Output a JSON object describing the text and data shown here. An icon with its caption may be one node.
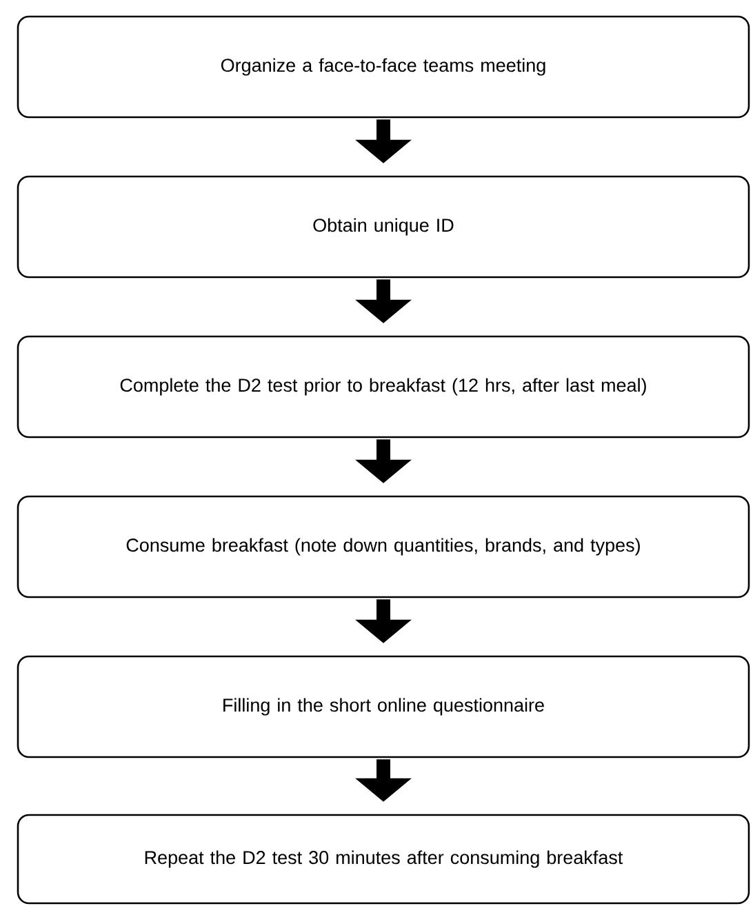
{
  "diagram": {
    "nodes": [
      {
        "text": [
          "Organize a face-to-face teams meeting"
        ]
      },
      {
        "text": [
          "Obtain unique ID"
        ]
      },
      {
        "text": [
          "Complete the D2 test prior to breakfast (12 hrs, after last meal)"
        ]
      },
      {
        "text": [
          "Consume breakfast (note down quantities, brands, and types)"
        ]
      },
      {
        "text": [
          "Filling in the short online questionnaire"
        ]
      },
      {
        "text": [
          "Repeat the D2 test 30 minutes after consuming breakfast"
        ]
      }
    ],
    "edges": [
      {
        "from": 0,
        "to": 1,
        "arrow": "to"
      },
      {
        "from": 1,
        "to": 2,
        "arrow": "to"
      },
      {
        "from": 2,
        "to": 3,
        "arrow": "to"
      },
      {
        "from": 3,
        "to": 4,
        "arrow": "to"
      },
      {
        "from": 4,
        "to": 5,
        "arrow": "to"
      }
    ]
  }
}
